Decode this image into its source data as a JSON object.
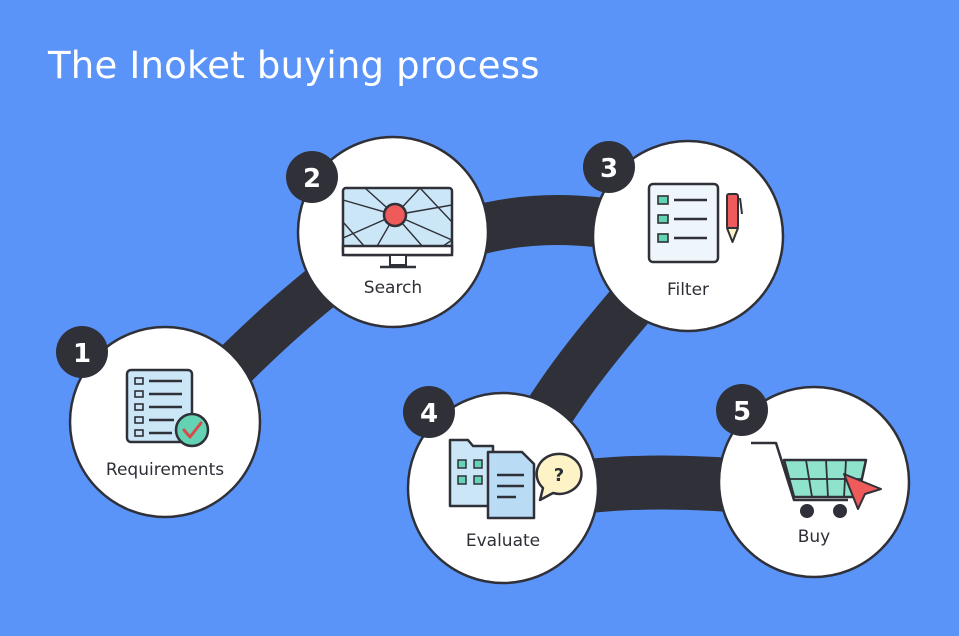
{
  "title": "The Inoket buying process",
  "steps": [
    {
      "number": "1",
      "label": "Requirements",
      "icon": "checklist-icon"
    },
    {
      "number": "2",
      "label": "Search",
      "icon": "monitor-icon"
    },
    {
      "number": "3",
      "label": "Filter",
      "icon": "clipboard-icon"
    },
    {
      "number": "4",
      "label": "Evaluate",
      "icon": "documents-icon"
    },
    {
      "number": "5",
      "label": "Buy",
      "icon": "cart-icon"
    }
  ],
  "evaluate_question": "?",
  "colors": {
    "background": "#5b94f8",
    "connector": "#2f3038",
    "circle": "#ffffff",
    "badge": "#2f3038",
    "icon_blue": "#cbe6f7",
    "icon_teal": "#63d3b4",
    "icon_red": "#ef5a5a",
    "bubble_yellow": "#fdf3c6"
  }
}
